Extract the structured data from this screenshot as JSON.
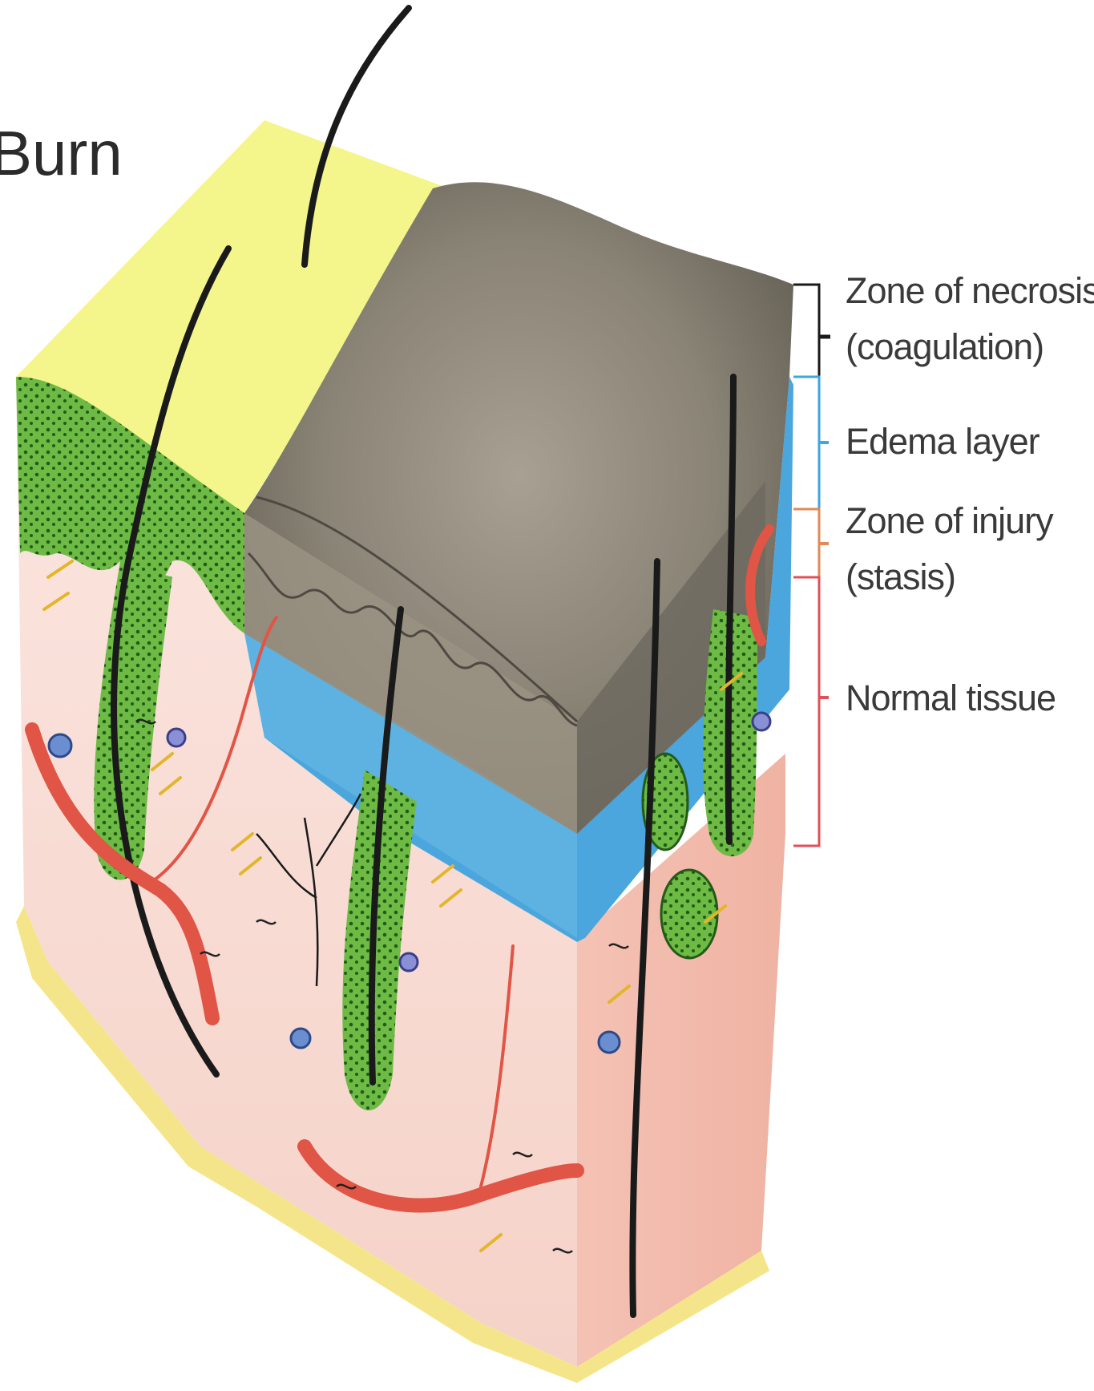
{
  "title": "Burn",
  "zones": [
    {
      "label_lines": [
        "Zone of necrosis",
        "(coagulation)"
      ],
      "bracket_color": "#1a1a1a"
    },
    {
      "label_lines": [
        "Edema layer"
      ],
      "bracket_color": "#3ea6e0"
    },
    {
      "label_lines": [
        "Zone of injury",
        "(stasis)"
      ],
      "bracket_color": "#e08a5a"
    },
    {
      "label_lines": [
        "Normal tissue"
      ],
      "bracket_color": "#e0505a"
    }
  ],
  "colors": {
    "epidermis_surface": "#f4f58a",
    "burned_tissue": "#8a8476",
    "edema": "#4aa6dc",
    "follicle": "#5fae3a",
    "dermis": "#f7d6cf",
    "fat": "#f5e58a",
    "vessel": "#e05545"
  }
}
